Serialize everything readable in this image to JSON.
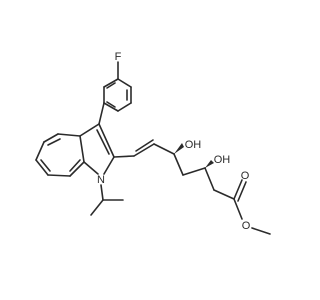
{
  "atoms": {
    "fluorine": "F",
    "nitrogen": "N",
    "hydroxyl_1": "OH",
    "hydroxyl_2": "OH",
    "ester_carbonyl_o": "O",
    "ester_ether_o": "O"
  },
  "colors": {
    "bond": "#2b2b2b",
    "background": "#ffffff"
  }
}
